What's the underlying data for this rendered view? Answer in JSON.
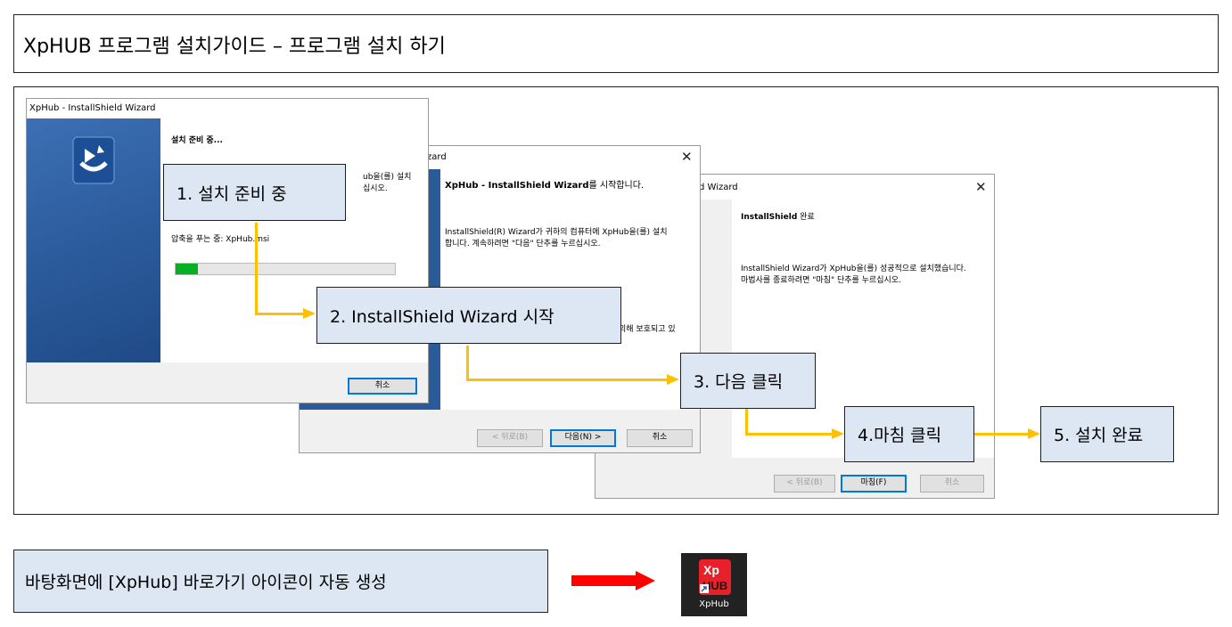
{
  "title": "XpHUB 프로그램 설치가이드 – 프로그램 설치 하기",
  "window1": {
    "title": "XpHub - InstallShield Wizard",
    "heading": "설치 준비 중...",
    "line1a": "ub을(를) 설치",
    "line1b": "십시오.",
    "extract_text": "압축을 푸는 중: XpHub.msi",
    "progress": 0.1,
    "cancel_label": "취소"
  },
  "window2": {
    "title": "zard",
    "heading_bold": "XpHub - InstallShield Wizard",
    "heading_rest": "를 시작합니다.",
    "body1": "InstallShield(R) Wizard가 귀하의 컴퓨터에 XpHub을(를) 설치",
    "body2": "합니다. 계속하려면 \"다음\" 단추를 누르십시오.",
    "copyright_fragment": "의해 보호되고 있",
    "back_label": "< 뒤로(B)",
    "next_label": "다음(N) >",
    "cancel_label": "취소"
  },
  "window3": {
    "title": "d Wizard",
    "heading_bold": "InstallShield",
    "heading_rest": " 완료",
    "body1": "InstallShield Wizard가 XpHub을(를) 성공적으로 설치했습니다.",
    "body2": "마법사를 종료하려면 \"마침\" 단추를 누르십시오.",
    "back_label": "< 뒤로(B)",
    "finish_label": "마침(F)",
    "cancel_label": "취소"
  },
  "callouts": {
    "step1": "1. 설치 준비 중",
    "step2": "2. InstallShield Wizard 시작",
    "step3": "3. 다음 클릭",
    "step4": "4.마침 클릭",
    "step5": "5. 설치 완료"
  },
  "note": "바탕화면에 [XpHub] 바로가기 아이콘이 자동 생성",
  "icon": {
    "label": "XpHub",
    "semantic": "xphub-shortcut-icon",
    "bg_color": "#222222",
    "accent_color": "#e8202a"
  },
  "colors": {
    "callout_bg": "#dde7f4",
    "connector": "#ffc000",
    "arrow": "#ff0000",
    "progress": "#06b025",
    "wizard_blue": "#2b5a9b"
  }
}
